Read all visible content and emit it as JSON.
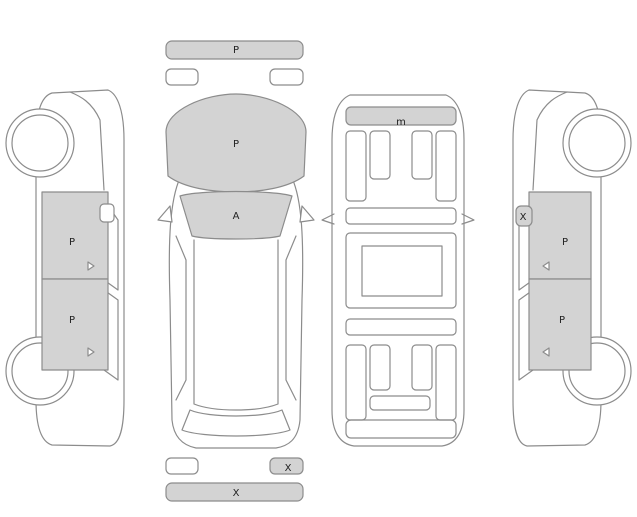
{
  "colors": {
    "outline": "#8c8c8c",
    "panel_marked": "#d3d3d3",
    "panel_unmarked": "#ffffff",
    "background": "#ffffff",
    "label": "#222222"
  },
  "panels": {
    "front_bumper": "P",
    "hood": "P",
    "windshield": "A",
    "roof_front": "m",
    "rear_right_light": "X",
    "rear_bumper": "X",
    "left_front_door": "P",
    "left_rear_door": "P",
    "right_mirror": "X",
    "right_front_door": "P",
    "right_rear_door": "P"
  }
}
